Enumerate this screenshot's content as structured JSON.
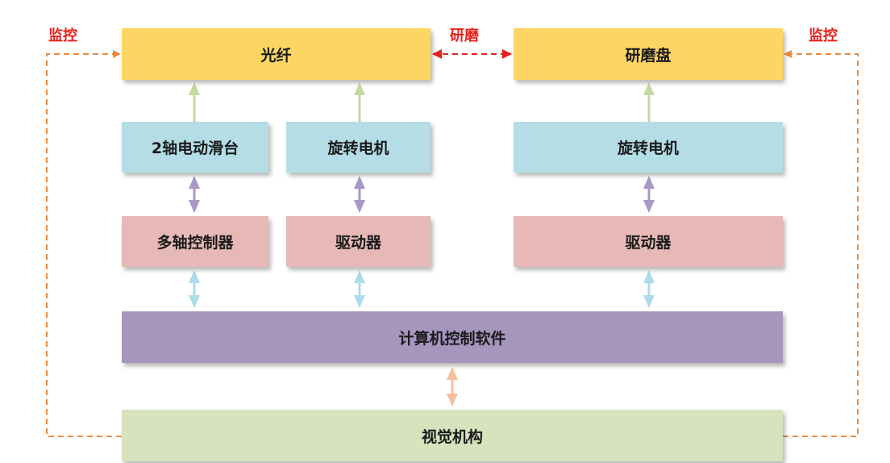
{
  "labels": {
    "monitor_left": "监控",
    "grind": "研磨",
    "monitor_right": "监控"
  },
  "boxes": {
    "fiber": "光纤",
    "grinding_disc": "研磨盘",
    "stage": "2轴电动滑台",
    "rotary_motor_1": "旋转电机",
    "rotary_motor_2": "旋转电机",
    "multi_axis_controller": "多轴控制器",
    "driver_1": "驱动器",
    "driver_2": "驱动器",
    "software": "计算机控制软件",
    "vision": "视觉机构"
  },
  "colors": {
    "yellow": "#fdd562",
    "light_blue": "#b4dde6",
    "pink": "#e6b9b6",
    "purple": "#a695bd",
    "light_green": "#d6e3bd",
    "red_label": "#e8201c",
    "orange_dash": "#ef8a3c",
    "green_arrow": "#c3d9a2",
    "purple_arrow": "#a898c6",
    "blue_arrow": "#aedbe9",
    "peach_arrow": "#f6c0a0"
  }
}
